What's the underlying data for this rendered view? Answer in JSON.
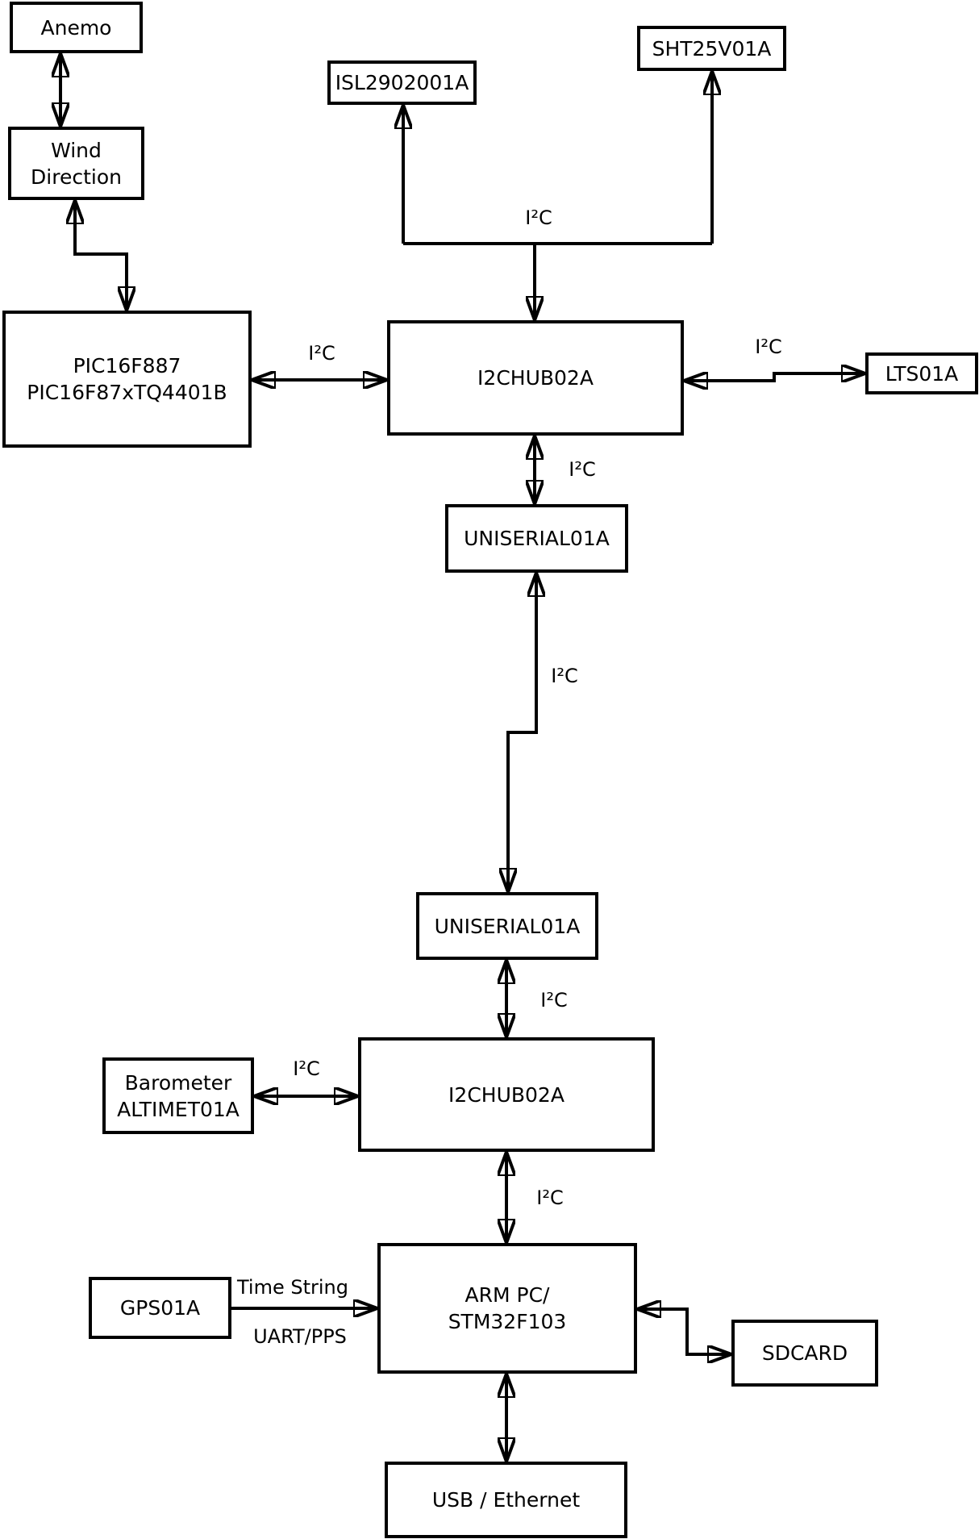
{
  "diagram": {
    "background": "#ffffff",
    "line_color": "#000000"
  },
  "boxes": {
    "anemo": "Anemo",
    "wind_direction": "Wind\nDirection",
    "isl2902001a": "ISL2902001A",
    "sht25v01a": "SHT25V01A",
    "pic16f887": "PIC16F887\nPIC16F87xTQ4401B",
    "i2chub02a_top": "I2CHUB02A",
    "lts01a": "LTS01A",
    "uniserial01a_upper": "UNISERIAL01A",
    "uniserial01a_lower": "UNISERIAL01A",
    "i2chub02a_bottom": "I2CHUB02A",
    "barometer": "Barometer\nALTIMET01A",
    "arm_pc": "ARM PC/\nSTM32F103",
    "gps01a": "GPS01A",
    "sdcard": "SDCARD",
    "usb_ethernet": "USB / Ethernet"
  },
  "bus_labels": {
    "junction_top": "I²C",
    "pic_to_hub": "I²C",
    "hub_to_lts": "I²C",
    "hub_to_uniserial": "I²C",
    "uniserial_to_uniserial": "I²C",
    "uniserial_to_hub2": "I²C",
    "barometer_to_hub2": "I²C",
    "hub2_to_armpc": "I²C",
    "gps_time_string": "Time String",
    "gps_uart_pps": "UART/PPS"
  }
}
